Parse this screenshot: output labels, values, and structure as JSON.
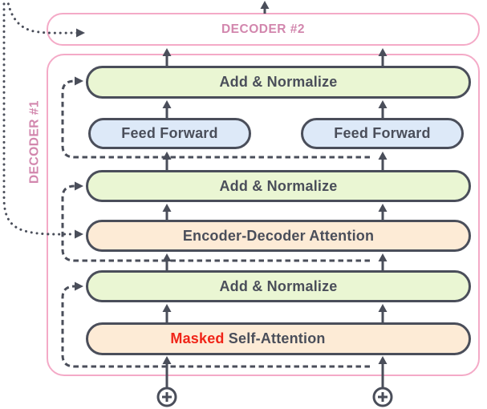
{
  "colors": {
    "pink_border": "#f4aac7",
    "pink_text": "#d286ad",
    "dark": "#4a4e5a",
    "green_fill": "#eaf6d3",
    "blue_fill": "#dde9f8",
    "peach_fill": "#fdebd6",
    "red": "#f02418",
    "bg": "#ffffff"
  },
  "blocks": {
    "decoder2_label": "DECODER #2",
    "decoder1_label": "DECODER #1"
  },
  "sublayers": [
    {
      "label": "Add & Normalize",
      "fill": "green"
    },
    {
      "label": "Feed Forward",
      "fill": "blue"
    },
    {
      "label": "Feed Forward",
      "fill": "blue"
    },
    {
      "label": "Add & Normalize",
      "fill": "green"
    },
    {
      "label": "Encoder-Decoder Attention",
      "fill": "peach"
    },
    {
      "label": "Add & Normalize",
      "fill": "green"
    },
    {
      "label": "Masked Self-Attention",
      "fill": "peach",
      "masked_word": "Masked",
      "rest": " Self-Attention"
    }
  ],
  "icons": {
    "circle_plus": "circle-plus"
  }
}
